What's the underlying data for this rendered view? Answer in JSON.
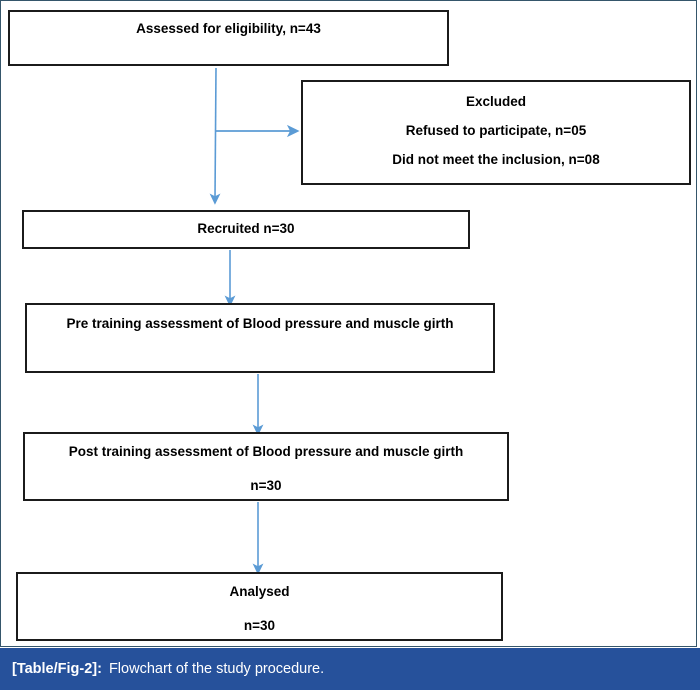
{
  "figure": {
    "caption_label": "[Table/Fig-2]:",
    "caption_text": "Flowchart of the study procedure.",
    "caption_bar_color": "#26519b",
    "frame_color": "#35566b",
    "arrow_color": "#5b9bd5",
    "box_border_color": "#1b1b1b"
  },
  "nodes": {
    "assessed": {
      "text": "Assessed for eligibility, n=43"
    },
    "excluded": {
      "title": "Excluded",
      "reason_1": "Refused to participate, n=05",
      "reason_2": "Did not meet the inclusion, n=08"
    },
    "recruited": {
      "text": "Recruited n=30"
    },
    "pre_training": {
      "text": "Pre training assessment of Blood pressure and muscle girth"
    },
    "post_training": {
      "text": "Post training assessment of Blood pressure and muscle girth",
      "count": "n=30"
    },
    "analysed": {
      "title": "Analysed",
      "count": "n=30"
    }
  },
  "connectors": [
    {
      "name": "assessed-to-recruited",
      "from": "assessed",
      "to": "recruited"
    },
    {
      "name": "assessed-to-excluded",
      "from": "assessed",
      "to": "excluded"
    },
    {
      "name": "recruited-to-pre-training",
      "from": "recruited",
      "to": "pre_training"
    },
    {
      "name": "pre-training-to-post-training",
      "from": "pre_training",
      "to": "post_training"
    },
    {
      "name": "post-training-to-analysed",
      "from": "post_training",
      "to": "analysed"
    }
  ]
}
